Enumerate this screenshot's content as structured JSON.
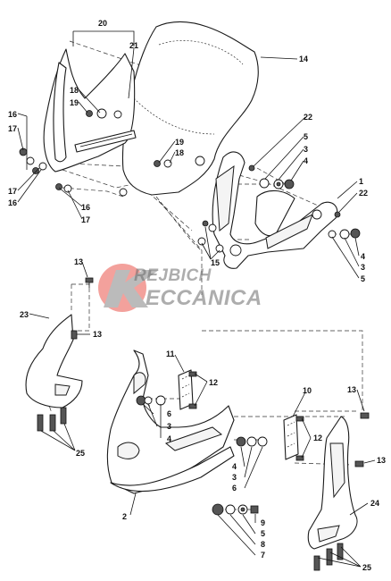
{
  "watermark": {
    "line1": "REJBICH",
    "line2": "ECCANICA",
    "logo_color": "#e8453c"
  },
  "callouts": {
    "c20": "20",
    "c21": "21",
    "c14": "14",
    "c18a": "18",
    "c19a": "19",
    "c16a": "16",
    "c17a": "17",
    "c17b": "17",
    "c16b": "16",
    "c16c": "16",
    "c17c": "17",
    "c19b": "19",
    "c18b": "18",
    "c22a": "22",
    "c5a": "5",
    "c3a": "3",
    "c4a": "4",
    "c1": "1",
    "c22b": "22",
    "c4b": "4",
    "c3b": "3",
    "c5b": "5",
    "c15": "15",
    "c13a": "13",
    "c23": "23",
    "c13b": "13",
    "c25a": "25",
    "c11": "11",
    "c12a": "12",
    "c6a": "6",
    "c3c": "3",
    "c4c": "4",
    "c10": "10",
    "c13c": "13",
    "c12b": "12",
    "c4d": "4",
    "c3d": "3",
    "c6b": "6",
    "c13d": "13",
    "c2": "2",
    "c24": "24",
    "c9": "9",
    "c5c": "5",
    "c8": "8",
    "c7": "7",
    "c25b": "25"
  }
}
